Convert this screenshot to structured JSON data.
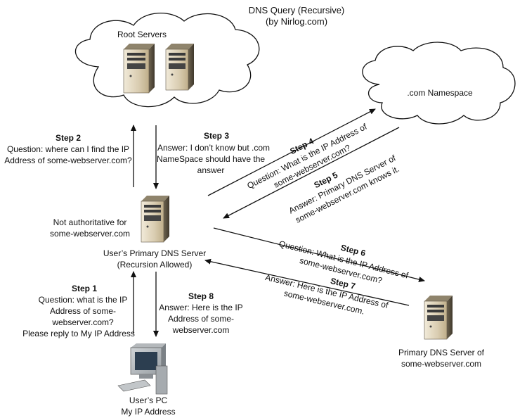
{
  "title": {
    "line1": "DNS Query (Recursive)",
    "line2": "(by Nirlog.com)"
  },
  "clouds": {
    "root_label": "Root Servers",
    "com_label": ".com Namespace"
  },
  "nodes": {
    "primary_dns": {
      "note_line1": "Not authoritative for",
      "note_line2": "some-webserver.com",
      "label_line1": "User’s Primary DNS Server",
      "label_line2": "(Recursion Allowed)"
    },
    "web_dns": {
      "label_line1": "Primary DNS Server of",
      "label_line2": "some-webserver.com"
    },
    "pc": {
      "label_line1": "User’s PC",
      "label_line2": "My IP Address"
    }
  },
  "steps": {
    "s1": {
      "title": "Step 1",
      "line1": "Question: what is the IP",
      "line2": "Address of some-",
      "line3": "webserver.com?",
      "line4": "Please reply to My IP Address"
    },
    "s2": {
      "title": "Step 2",
      "line1": "Question: where can I find the IP",
      "line2": "Address of some-webserver.com?"
    },
    "s3": {
      "title": "Step 3",
      "line1": "Answer: I don’t know but .com",
      "line2": "NameSpace should have the",
      "line3": "answer"
    },
    "s4": {
      "title": "Step 4",
      "line1": "Question: What is the IP Address of",
      "line2": "some-webserver.com?"
    },
    "s5": {
      "title": "Step 5",
      "line1": "Answer: Primary DNS Server of",
      "line2": "some-webserver.com knows it."
    },
    "s6": {
      "title": "Step 6",
      "line1": "Question: What is the IP Address of",
      "line2": "some-webserver.com?"
    },
    "s7": {
      "title": "Step 7",
      "line1": "Answer: Here is the IP Address of",
      "line2": "some-webserver.com."
    },
    "s8": {
      "title": "Step 8",
      "line1": "Answer: Here is the IP",
      "line2": "Address of some-",
      "line3": "webserver.com"
    }
  }
}
